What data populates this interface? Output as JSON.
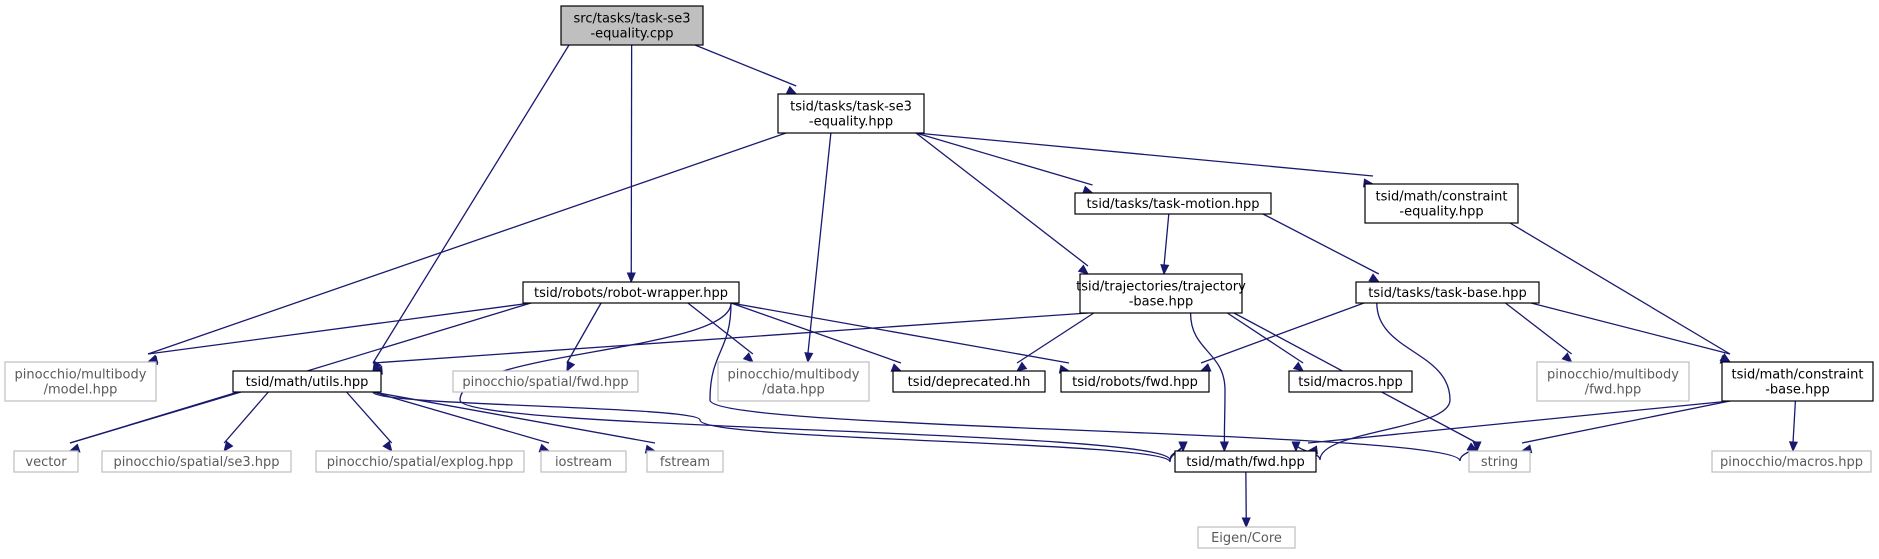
{
  "graph": {
    "title": "",
    "colors": {
      "edge": "#191970",
      "main_fill": "#bfbfbf",
      "internal_border": "#000000",
      "external_border": "#bfbfbf",
      "external_text": "#5a5a5a"
    },
    "nodes": [
      {
        "id": "n0",
        "kind": "main",
        "lines": [
          "src/tasks/task-se3",
          "-equality.cpp"
        ]
      },
      {
        "id": "n1",
        "kind": "internal",
        "lines": [
          "tsid/tasks/task-se3",
          "-equality.hpp"
        ]
      },
      {
        "id": "n2",
        "kind": "internal",
        "lines": [
          "tsid/robots/robot-wrapper.hpp"
        ]
      },
      {
        "id": "n3",
        "kind": "internal",
        "lines": [
          "tsid/math/utils.hpp"
        ]
      },
      {
        "id": "n4",
        "kind": "external",
        "lines": [
          "pinocchio/multibody",
          "/model.hpp"
        ]
      },
      {
        "id": "n5",
        "kind": "external",
        "lines": [
          "pinocchio/multibody",
          "/data.hpp"
        ]
      },
      {
        "id": "n6",
        "kind": "internal",
        "lines": [
          "tsid/tasks/task-motion.hpp"
        ]
      },
      {
        "id": "n7",
        "kind": "internal",
        "lines": [
          "tsid/trajectories/trajectory",
          "-base.hpp"
        ]
      },
      {
        "id": "n8",
        "kind": "internal",
        "lines": [
          "tsid/math/constraint",
          "-equality.hpp"
        ]
      },
      {
        "id": "n9",
        "kind": "internal",
        "lines": [
          "tsid/tasks/task-base.hpp"
        ]
      },
      {
        "id": "n10",
        "kind": "external",
        "lines": [
          "pinocchio/spatial/fwd.hpp"
        ]
      },
      {
        "id": "n11",
        "kind": "internal",
        "lines": [
          "tsid/deprecated.hh"
        ]
      },
      {
        "id": "n12",
        "kind": "internal",
        "lines": [
          "tsid/robots/fwd.hpp"
        ]
      },
      {
        "id": "n13",
        "kind": "internal",
        "lines": [
          "tsid/macros.hpp"
        ]
      },
      {
        "id": "n14",
        "kind": "external",
        "lines": [
          "pinocchio/multibody",
          "/fwd.hpp"
        ]
      },
      {
        "id": "n15",
        "kind": "internal",
        "lines": [
          "tsid/math/constraint",
          "-base.hpp"
        ]
      },
      {
        "id": "n16",
        "kind": "external",
        "lines": [
          "vector"
        ]
      },
      {
        "id": "n17",
        "kind": "external",
        "lines": [
          "pinocchio/spatial/se3.hpp"
        ]
      },
      {
        "id": "n18",
        "kind": "external",
        "lines": [
          "pinocchio/spatial/explog.hpp"
        ]
      },
      {
        "id": "n19",
        "kind": "external",
        "lines": [
          "iostream"
        ]
      },
      {
        "id": "n20",
        "kind": "external",
        "lines": [
          "fstream"
        ]
      },
      {
        "id": "n21",
        "kind": "internal",
        "lines": [
          "tsid/math/fwd.hpp"
        ]
      },
      {
        "id": "n22",
        "kind": "external",
        "lines": [
          "string"
        ]
      },
      {
        "id": "n23",
        "kind": "external",
        "lines": [
          "pinocchio/macros.hpp"
        ]
      },
      {
        "id": "n24",
        "kind": "external",
        "lines": [
          "Eigen/Core"
        ]
      }
    ],
    "edges": [
      {
        "from": "n0",
        "to": "n1"
      },
      {
        "from": "n0",
        "to": "n2"
      },
      {
        "from": "n0",
        "to": "n3"
      },
      {
        "from": "n1",
        "to": "n4"
      },
      {
        "from": "n1",
        "to": "n5"
      },
      {
        "from": "n1",
        "to": "n7"
      },
      {
        "from": "n1",
        "to": "n6"
      },
      {
        "from": "n1",
        "to": "n8"
      },
      {
        "from": "n2",
        "to": "n4"
      },
      {
        "from": "n2",
        "to": "n16"
      },
      {
        "from": "n2",
        "to": "n10"
      },
      {
        "from": "n2",
        "to": "n5"
      },
      {
        "from": "n2",
        "to": "n11"
      },
      {
        "from": "n2",
        "to": "n12"
      },
      {
        "from": "n2",
        "to": "n21"
      },
      {
        "from": "n2",
        "to": "n22"
      },
      {
        "from": "n6",
        "to": "n7"
      },
      {
        "from": "n6",
        "to": "n9"
      },
      {
        "from": "n7",
        "to": "n3"
      },
      {
        "from": "n7",
        "to": "n11"
      },
      {
        "from": "n7",
        "to": "n13"
      },
      {
        "from": "n7",
        "to": "n21"
      },
      {
        "from": "n7",
        "to": "n22"
      },
      {
        "from": "n8",
        "to": "n15"
      },
      {
        "from": "n9",
        "to": "n12"
      },
      {
        "from": "n9",
        "to": "n14"
      },
      {
        "from": "n9",
        "to": "n15"
      },
      {
        "from": "n9",
        "to": "n21"
      },
      {
        "from": "n3",
        "to": "n16"
      },
      {
        "from": "n3",
        "to": "n17"
      },
      {
        "from": "n3",
        "to": "n18"
      },
      {
        "from": "n3",
        "to": "n19"
      },
      {
        "from": "n3",
        "to": "n20"
      },
      {
        "from": "n3",
        "to": "n21"
      },
      {
        "from": "n15",
        "to": "n21"
      },
      {
        "from": "n15",
        "to": "n22"
      },
      {
        "from": "n15",
        "to": "n23"
      },
      {
        "from": "n21",
        "to": "n24"
      }
    ]
  }
}
